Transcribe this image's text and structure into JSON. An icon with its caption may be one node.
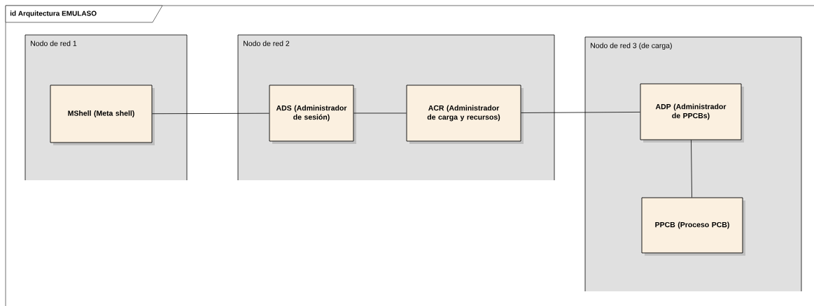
{
  "diagram": {
    "title": "id Arquitectura EMULASO",
    "nodes": [
      {
        "text": [
          "Nodo de red 1"
        ]
      },
      {
        "text": [
          "MShell (Meta shell)"
        ],
        "in": 0
      },
      {
        "text": [
          "Nodo de red 2"
        ]
      },
      {
        "text": [
          "ADS (Administrador de sesión)"
        ],
        "in": 2
      },
      {
        "text": [
          "ACR (Administrador de carga y recursos)"
        ],
        "in": 2
      },
      {
        "text": [
          "Nodo de red 3 (de carga)"
        ]
      },
      {
        "text": [
          "ADP (Administrador de PPCBs)"
        ],
        "in": 5
      },
      {
        "text": [
          "PPCB (Proceso PCB)"
        ],
        "in": 5
      }
    ],
    "edges": [
      {
        "from": 1,
        "to": 3,
        "arrow": "none"
      },
      {
        "from": 3,
        "to": 4,
        "arrow": "none"
      },
      {
        "from": 4,
        "to": 6,
        "arrow": "none"
      },
      {
        "from": 6,
        "to": 7,
        "arrow": "none"
      }
    ]
  }
}
